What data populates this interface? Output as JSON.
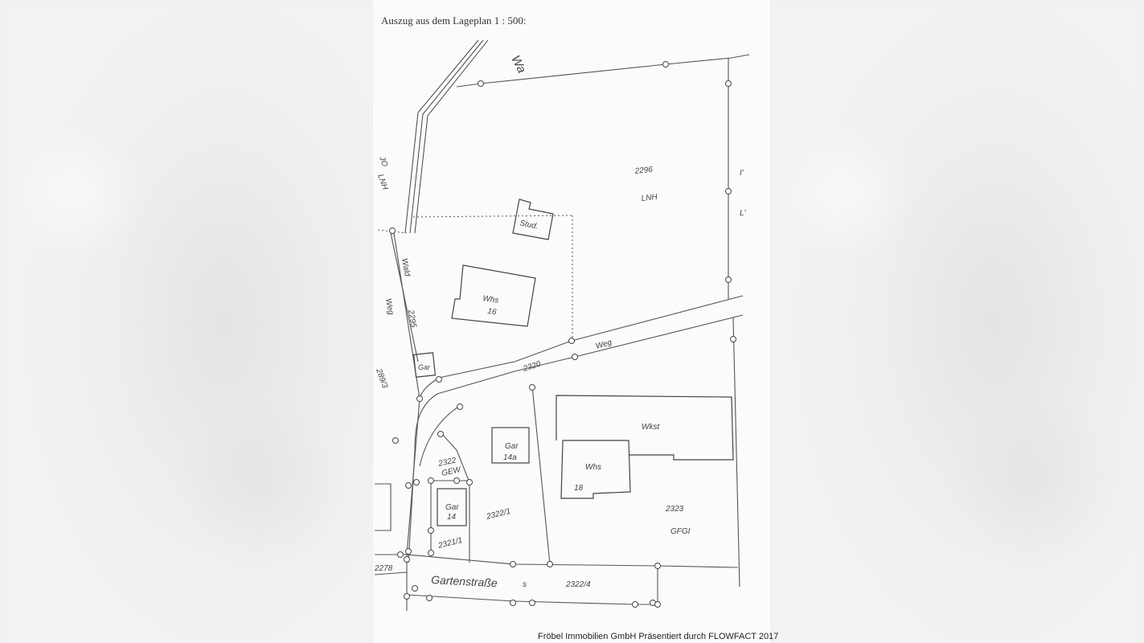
{
  "title": "Auszug aus dem Lageplan 1 : 500:",
  "footer": "Fröbel  Immobilien GmbH Präsentiert durch FLOWFACT 2017",
  "labels": {
    "wa": "Wa",
    "p2296": "2296",
    "lnh_main": "LNH",
    "lnh_left": "LNH",
    "jo": "JO",
    "i_mark": "I'",
    "l_mark": "L'",
    "stud": "Stud.",
    "whs16": "Whs",
    "no16": "16",
    "wald": "Wald",
    "weg_left": "Weg",
    "p2295": "2295",
    "gar_small": "Gar",
    "p2289": "289/3",
    "p2320": "2320",
    "weg_road": "Weg",
    "wkst": "Wkst",
    "whs18": "Whs",
    "no18": "18",
    "gar14a": "Gar",
    "no14a": "14a",
    "p2322": "2322",
    "gew": "GEW",
    "gar14": "Gar",
    "no14": "14",
    "p2322_1": "2322/1",
    "p2321_1": "2321/1",
    "p2323": "2323",
    "gfgi": "GFGI",
    "p2278": "2278",
    "gartenstrasse": "Gartenstraße",
    "s_mark": "s",
    "p2322_4": "2322/4"
  }
}
